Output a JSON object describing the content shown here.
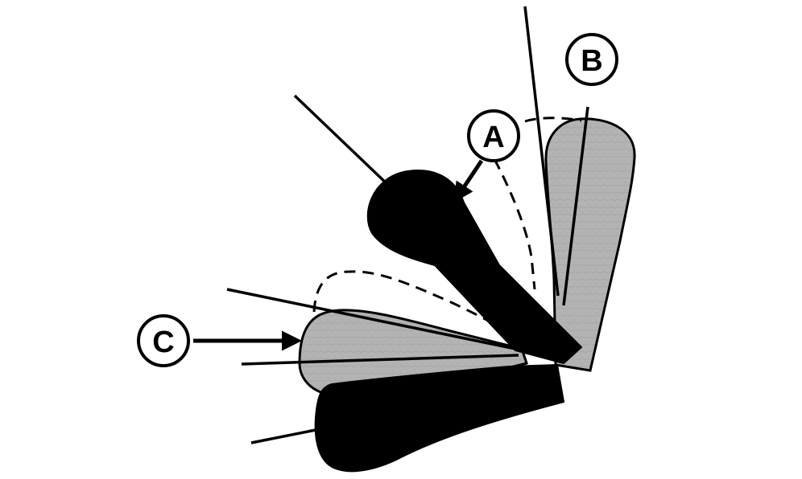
{
  "callouts": {
    "a": {
      "label": "A"
    },
    "b": {
      "label": "B"
    },
    "c": {
      "label": "C"
    }
  },
  "colors": {
    "background": "#ffffff",
    "ink": "#000000",
    "gray_blade": "#b3b3b3",
    "gray_texture": "#9c9c9c"
  }
}
